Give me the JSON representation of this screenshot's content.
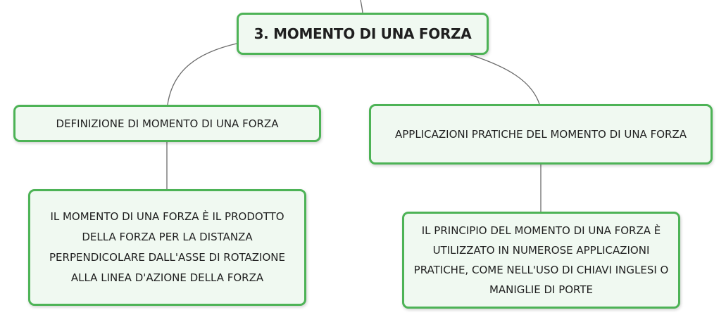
{
  "diagram": {
    "root": {
      "label": "3. MOMENTO DI UNA FORZA"
    },
    "definition": {
      "title": "DEFINIZIONE DI MOMENTO DI UNA FORZA",
      "detail": "IL MOMENTO DI UNA FORZA È IL PRODOTTO DELLA FORZA PER LA DISTANZA PERPENDICOLARE DALL'ASSE DI ROTAZIONE ALLA LINEA D'AZIONE DELLA FORZA"
    },
    "applications": {
      "title": "APPLICAZIONI PRATICHE DEL MOMENTO DI UNA FORZA",
      "detail": "IL PRINCIPIO DEL MOMENTO DI UNA FORZA È UTILIZZATO IN NUMEROSE APPLICAZIONI PRATICHE, COME NELL'USO DI CHIAVI INGLESI O MANIGLIE DI PORTE"
    }
  },
  "colors": {
    "node_border": "#4db356",
    "node_fill": "#f0f9f1",
    "connector": "#6b6b6b"
  }
}
